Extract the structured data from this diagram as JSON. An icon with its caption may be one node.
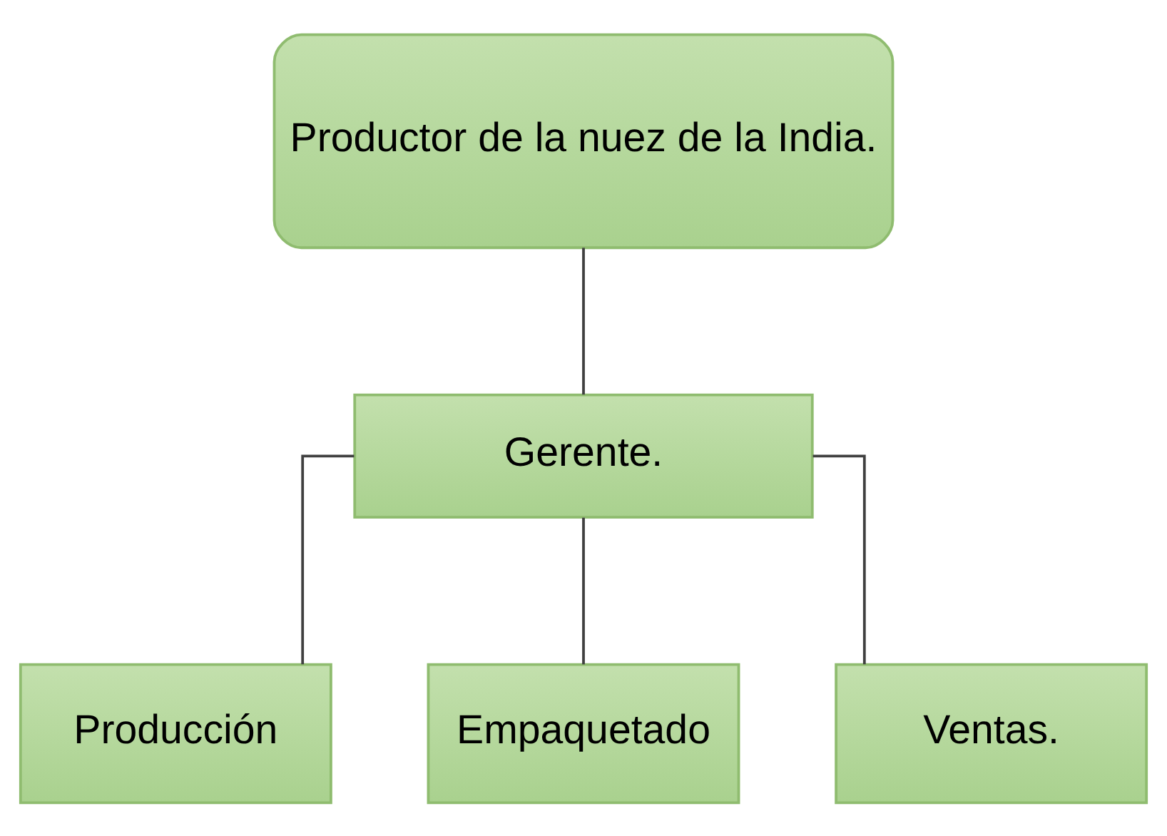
{
  "diagram": {
    "nodes": [
      {
        "text": [
          "Productor de la nuez de la India."
        ]
      },
      {
        "text": [
          "Gerente."
        ]
      },
      {
        "text": [
          "Producción"
        ]
      },
      {
        "text": [
          "Empaquetado"
        ]
      },
      {
        "text": [
          "Ventas."
        ]
      }
    ],
    "edges": [
      {
        "from": 0,
        "to": 1,
        "arrow": "none"
      },
      {
        "from": 1,
        "to": 2,
        "arrow": "none"
      },
      {
        "from": 1,
        "to": 3,
        "arrow": "none"
      },
      {
        "from": 1,
        "to": 4,
        "arrow": "none"
      }
    ]
  }
}
